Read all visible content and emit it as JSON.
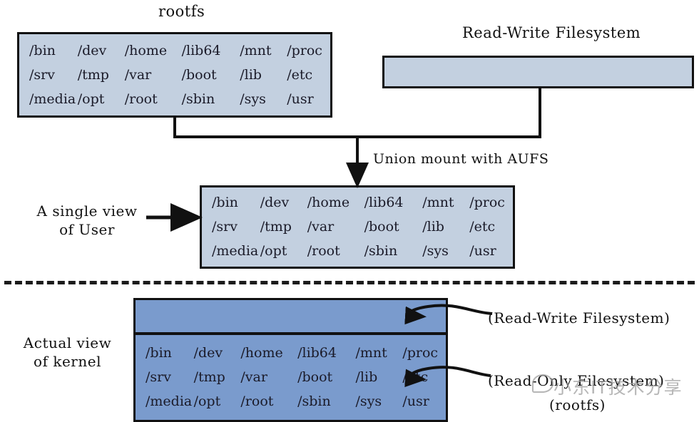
{
  "diagram": {
    "title_rootfs": "rootfs",
    "title_rw": "Read-Write Filesystem",
    "union_note": "Union mount with AUFS",
    "single_view_line1": "A single view",
    "single_view_line2": "of User",
    "kernel_view_line1": "Actual view",
    "kernel_view_line2": "of kernel",
    "annot_rw": "(Read-Write Filesystem)",
    "annot_ro": "(Read-Only Filesystem)",
    "annot_ro_sub": "(rootfs)",
    "watermark": "小东IT技术分享"
  },
  "colors": {
    "box_fill_light": "#c3d0e0",
    "box_fill_blue": "#7a9bcd",
    "stroke": "#111111",
    "page_bg": "#ffffff"
  },
  "filesystem": {
    "rows": [
      [
        "/bin",
        "/dev",
        "/home",
        "/lib64",
        "/mnt",
        "/proc"
      ],
      [
        "/srv",
        "/tmp",
        "/var",
        "/boot",
        "/lib",
        "/etc"
      ],
      [
        "/media",
        "/opt",
        "/root",
        "/sbin",
        "/sys",
        "/usr"
      ]
    ]
  }
}
